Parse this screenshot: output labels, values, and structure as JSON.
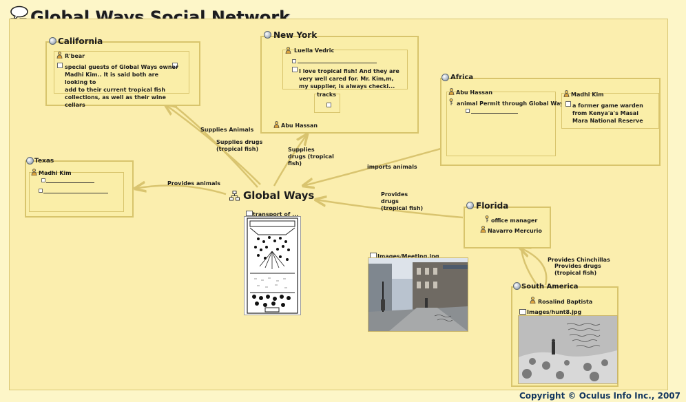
{
  "title": "Global Ways Social Network",
  "center": {
    "label": "Global Ways",
    "doc_caption": "transport of ..."
  },
  "california": {
    "title": "California",
    "person": "R'bear",
    "note": "special guests of Global Ways owner\nMadhi Kim.. It is said both are looking to\nadd to their current tropical fish\ncollections, as well as their wine cellars"
  },
  "new_york": {
    "title": "New York",
    "person": "Luella Vedric",
    "note": "I love tropical fish! And they are\nvery well cared for. Mr. Kim,m,\nmy supplier, is always checki...",
    "tracks": "tracks",
    "person2": "Abu Hassan"
  },
  "africa": {
    "title": "Africa",
    "person": "Abu Hassan",
    "permit": "animal Permit through Global Ways",
    "person2": "Madhi Kim",
    "note2": "a former game warden\nfrom Kenya'a's Masai\nMara National Reserve"
  },
  "texas": {
    "title": "Texas",
    "person": "Madhi Kim"
  },
  "florida": {
    "title": "Florida",
    "role": "office manager",
    "person": "Navarro Mercurio"
  },
  "south_america": {
    "title": "South America",
    "person": "Rosalind Baptista",
    "image": "Images/hunt8.jpg"
  },
  "meeting": {
    "image": "Images/Meeting.jpg"
  },
  "edges": {
    "supplies_animals": "Supplies Animals",
    "supplies_drugs_ca": "Supplies drugs\n(tropical fish)",
    "supplies_drugs_ny": "Supplies\ndrugs (tropical\nfish)",
    "imports_animals": "imports animals",
    "provides_animals": "Provides animals",
    "provides_drugs_fl": "Provides\ndrugs\n(tropical fish)",
    "provides_chinchillas": "Provides Chinchillas",
    "provides_drugs_sa": "Provides drugs\n(tropical fish)"
  },
  "footer": "Copyright © Oculus Info Inc., 2007",
  "colors": {
    "background": "#fdf6c8",
    "box_fill": "#faeea8",
    "box_border": "#d8c46c",
    "edge": "#d9c46f",
    "footer": "#14375f"
  },
  "icons": [
    "speech-bubble-icon",
    "globe-icon",
    "person-icon",
    "note-icon",
    "key-icon",
    "document-icon",
    "network-icon"
  ]
}
